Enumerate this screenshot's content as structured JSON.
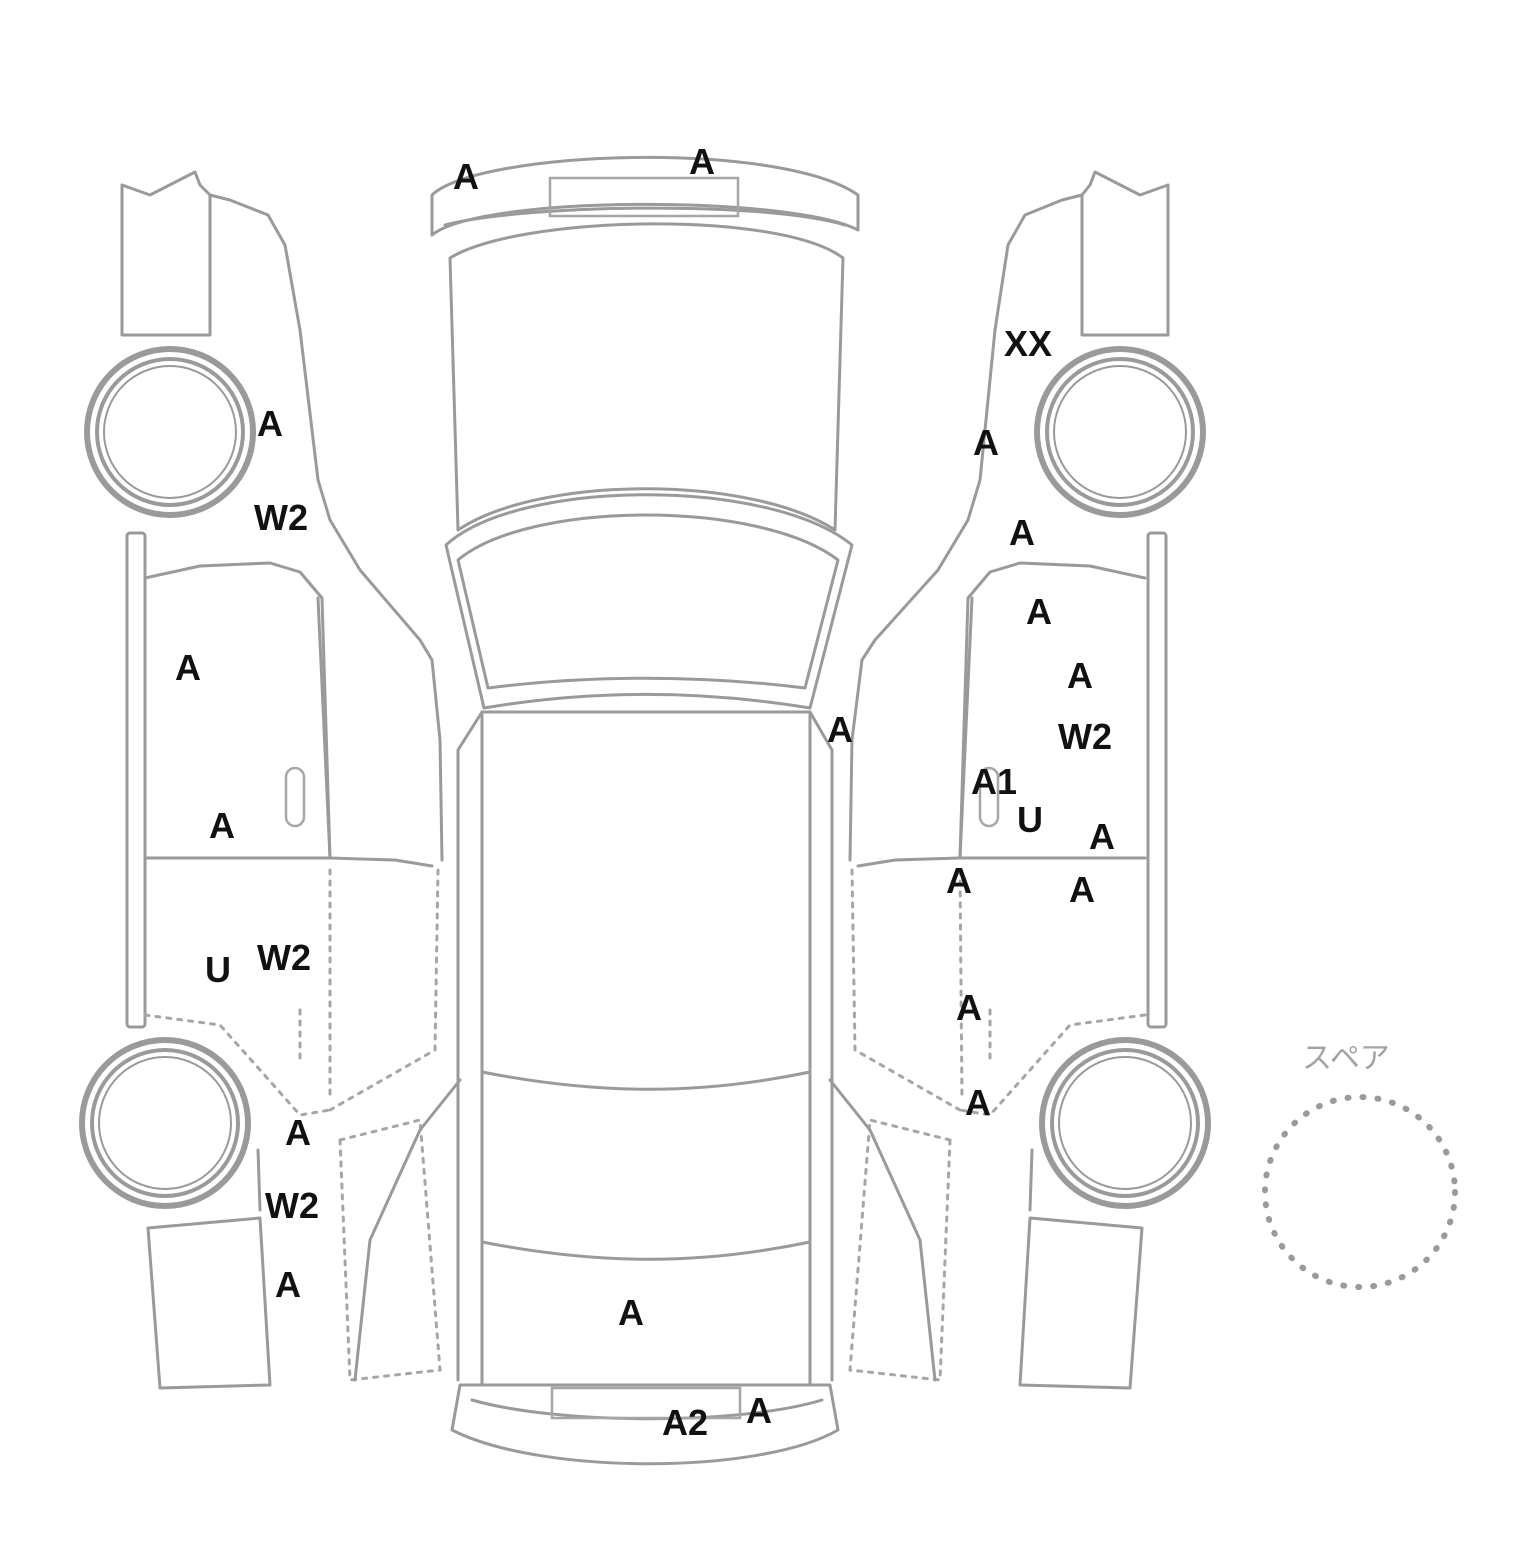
{
  "spare": {
    "label": "スペア"
  },
  "marks": {
    "front_bumper_left": "A",
    "front_bumper_center": "A",
    "left_fender": "A",
    "left_fender_lower": "W2",
    "left_front_door": "A",
    "left_front_door_lower": "A",
    "left_rear_door_u": "U",
    "left_rear_door_w2": "W2",
    "left_rear_quarter": "A",
    "left_rear_quarter_w2": "W2",
    "left_rear_quarter_lower": "A",
    "right_fender_xx": "XX",
    "right_fender": "A",
    "right_fender_lower": "A",
    "right_front_door_1": "A",
    "right_front_door_2": "A",
    "right_front_door_w2": "W2",
    "right_front_door_a1": "A1",
    "right_front_door_u": "U",
    "right_front_door_lower": "A",
    "right_pillar": "A",
    "right_rear_door_top": "A",
    "right_rear_door_right": "A",
    "right_rear_door_mid": "A",
    "right_rear_door_lower": "A",
    "trunk": "A",
    "rear_bumper_a2": "A2",
    "rear_bumper_right": "A"
  }
}
